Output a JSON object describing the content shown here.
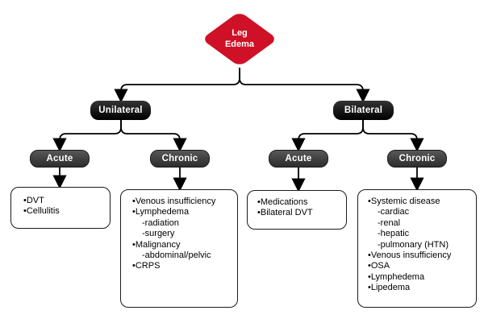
{
  "colors": {
    "diamond_red": "#ce1126",
    "primary_node_dark": "#161616",
    "secondary_node_gray": "#3f3f3f",
    "connector_black": "#000000",
    "leaf_border_black": "#1a1a1a",
    "node_text_white": "#ffffff"
  },
  "root": {
    "label": "Leg Edema",
    "line1": "Leg",
    "line2": "Edema"
  },
  "branches": {
    "unilateral": {
      "label": "Unilateral",
      "acute": {
        "label": "Acute",
        "items": [
          "•DVT",
          "•Cellulitis"
        ]
      },
      "chronic": {
        "label": "Chronic",
        "items": [
          "•Venous insufficiency",
          "•Lymphedema",
          "-radiation",
          "-surgery",
          "•Malignancy",
          "-abdominal/pelvic",
          "•CRPS"
        ]
      }
    },
    "bilateral": {
      "label": "Bilateral",
      "acute": {
        "label": "Acute",
        "items": [
          "•Medications",
          "•Bilateral DVT"
        ]
      },
      "chronic": {
        "label": "Chronic",
        "items": [
          "•Systemic disease",
          "-cardiac",
          "-renal",
          "-hepatic",
          "-pulmonary (HTN)",
          "•Venous insufficiency",
          "•OSA",
          "•Lymphedema",
          "•Lipedema"
        ]
      }
    }
  }
}
